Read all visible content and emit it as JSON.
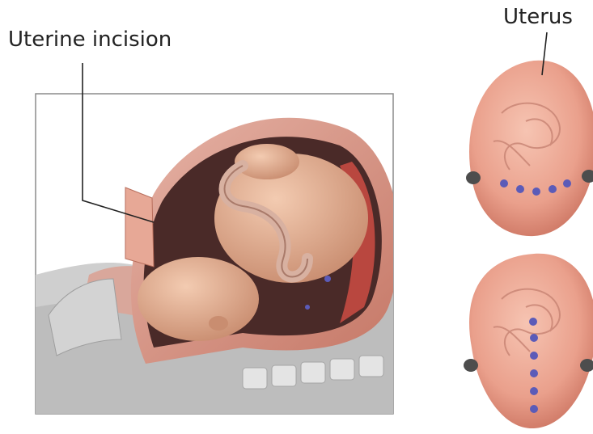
{
  "labels": {
    "uterine_incision": "Uterine incision",
    "uterus": "Uterus"
  },
  "colors": {
    "incision_dots": "#5b5bb8",
    "uterus_skin": "#eaa08c",
    "leader_line": "#222222"
  },
  "incision_views": [
    {
      "orientation": "horizontal",
      "dot_count": 5
    },
    {
      "orientation": "vertical",
      "dot_count": 6
    }
  ]
}
